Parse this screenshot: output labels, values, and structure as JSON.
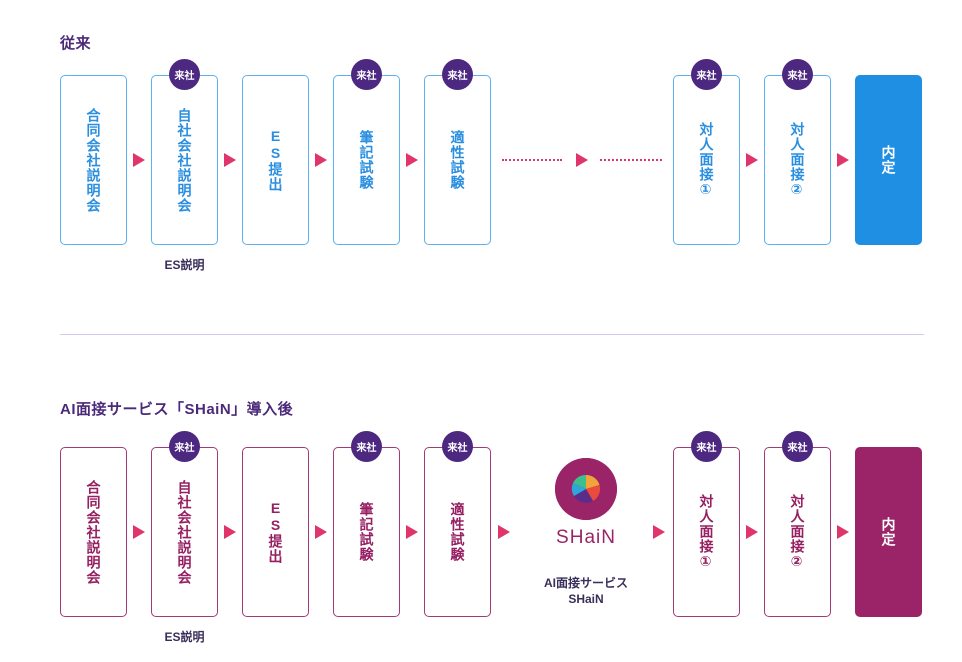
{
  "sections": {
    "before": {
      "title": "従来",
      "badge_label": "来社",
      "steps": [
        "合同会社説明会",
        "自社会社説明会",
        "ES提出",
        "筆記試験",
        "適性試験",
        "対人面接①",
        "対人面接②"
      ],
      "final": "内定",
      "caption": "ES説明"
    },
    "after": {
      "title": "AI面接サービス「SHaiN」導入後",
      "badge_label": "来社",
      "steps": [
        "合同会社説明会",
        "自社会社説明会",
        "ES提出",
        "筆記試験",
        "適性試験",
        "対人面接①",
        "対人面接②"
      ],
      "final": "内定",
      "caption": "ES説明",
      "service": {
        "logo_text": "SHaiN",
        "caption_line1": "AI面接サービス",
        "caption_line2": "SHaiN"
      }
    }
  },
  "colors": {
    "before_accent": "#1f8fe4",
    "after_accent": "#9a2467",
    "badge": "#4c2880",
    "arrow": "#e0356a"
  }
}
